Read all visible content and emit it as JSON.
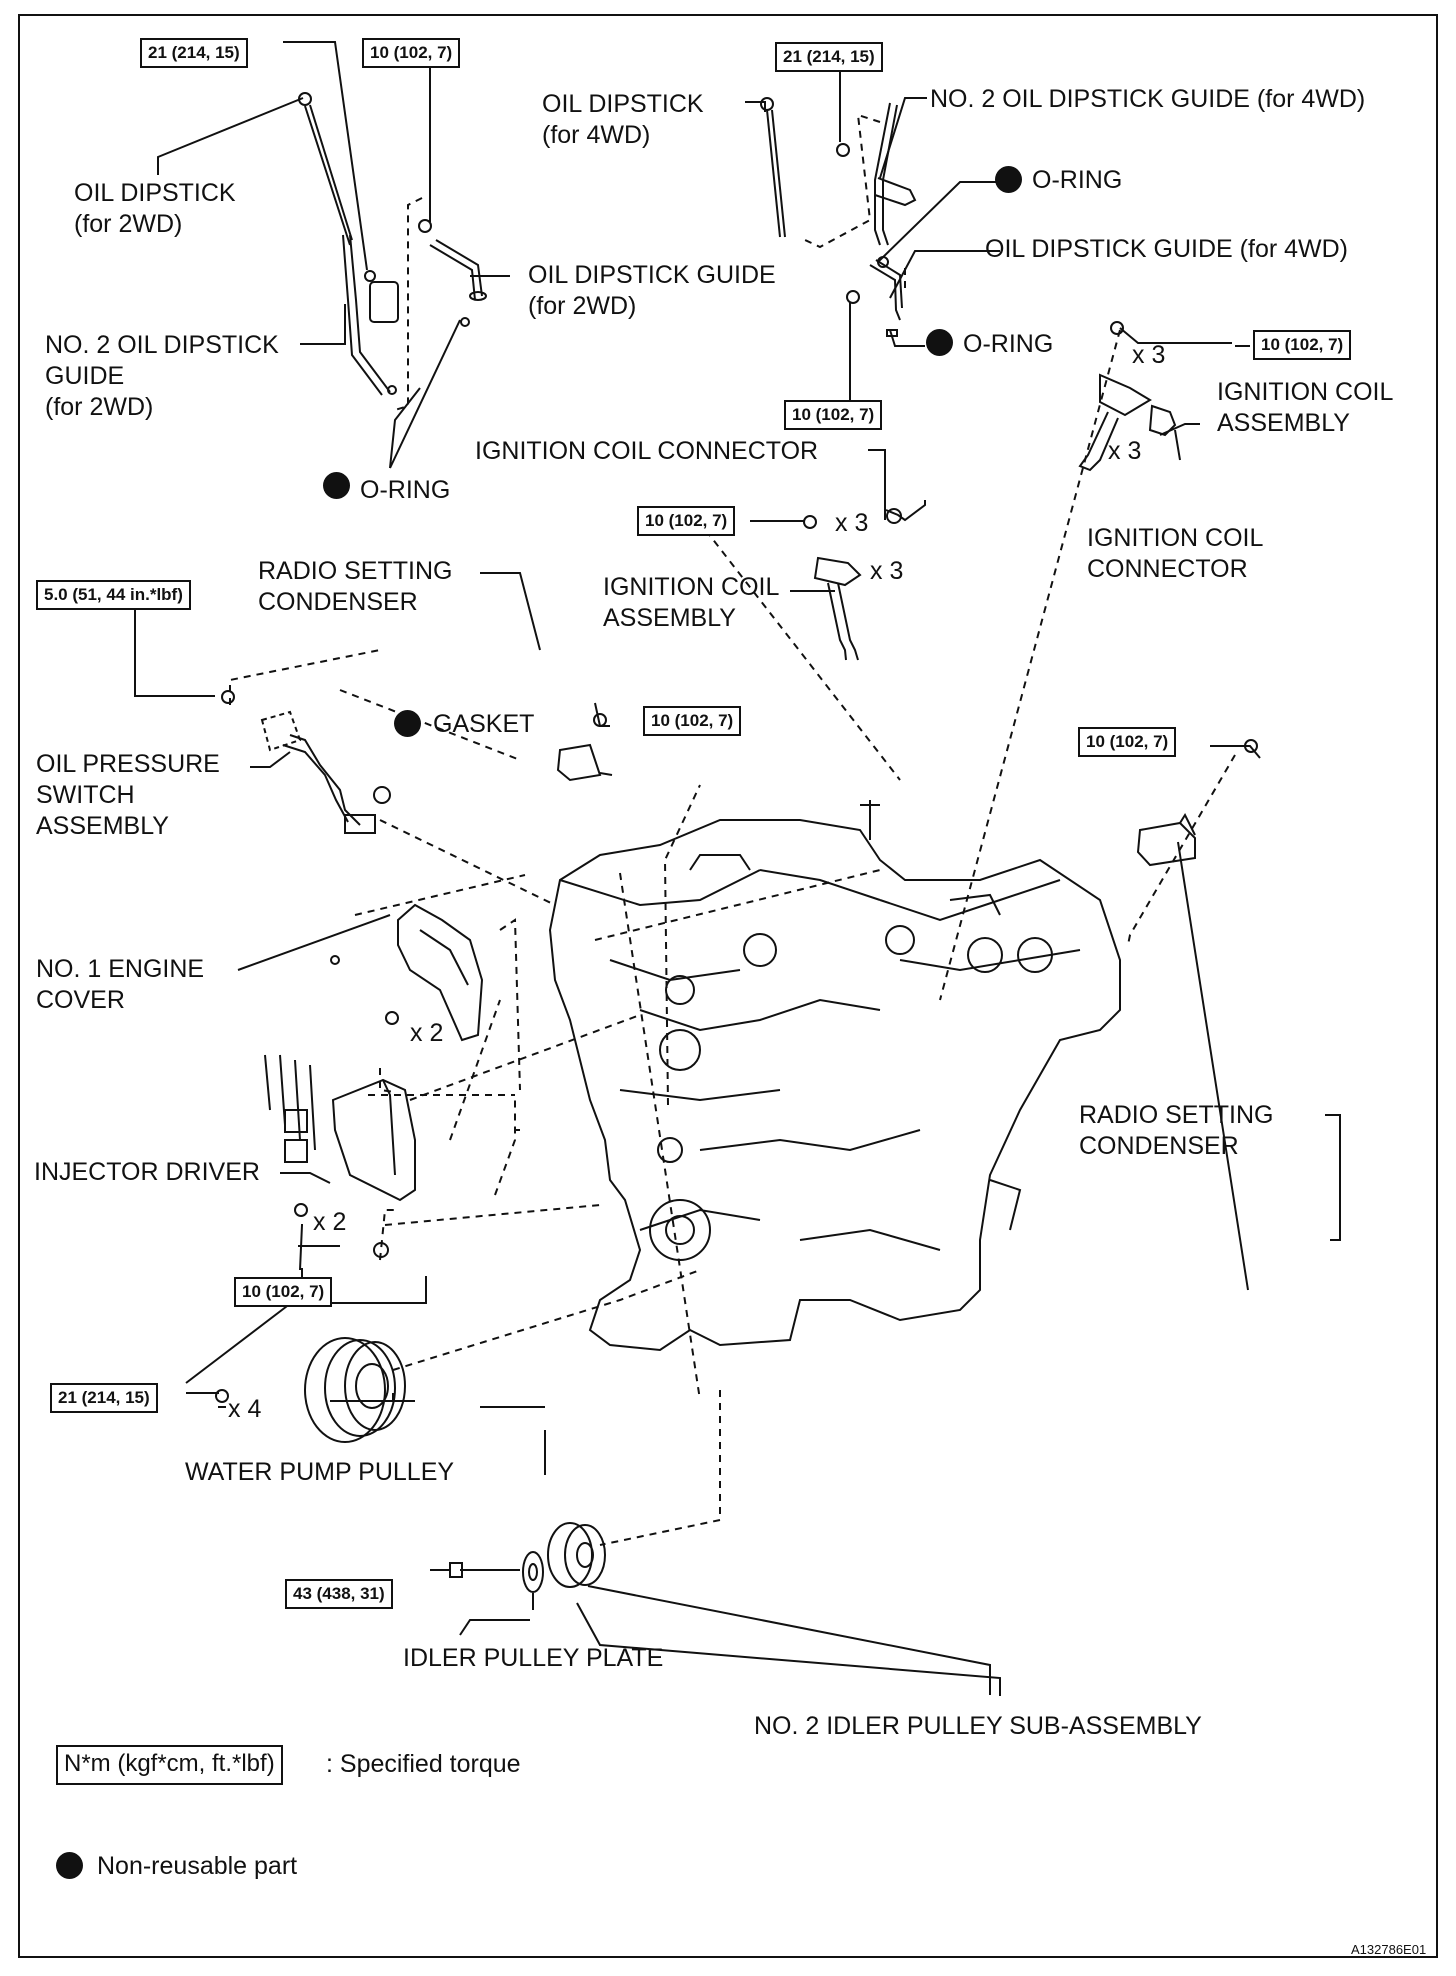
{
  "labels": {
    "oil_dipstick_2wd": "OIL DIPSTICK\n(for 2WD)",
    "no2_guide_2wd": "NO. 2 OIL DIPSTICK\nGUIDE\n(for 2WD)",
    "oil_dipstick_guide_2wd": "OIL DIPSTICK GUIDE\n(for 2WD)",
    "oring_1": "O-RING",
    "oil_dipstick_4wd": "OIL DIPSTICK\n(for 4WD)",
    "no2_guide_4wd": "NO. 2 OIL DIPSTICK GUIDE (for 4WD)",
    "oring_2": "O-RING",
    "oil_dipstick_guide_4wd": "OIL DIPSTICK GUIDE (for 4WD)",
    "oring_3": "O-RING",
    "ignition_coil_assembly_r": "IGNITION COIL\nASSEMBLY",
    "ignition_coil_connector_top": "IGNITION COIL CONNECTOR",
    "ignition_coil_connector_r": "IGNITION COIL\nCONNECTOR",
    "ignition_coil_assembly_c": "IGNITION COIL\nASSEMBLY",
    "radio_condenser_top": "RADIO SETTING\nCONDENSER",
    "gasket": "GASKET",
    "oil_pressure_switch": "OIL PRESSURE\nSWITCH\nASSEMBLY",
    "engine_cover": "NO. 1 ENGINE\nCOVER",
    "injector_driver": "INJECTOR DRIVER",
    "radio_condenser_r": "RADIO SETTING\nCONDENSER",
    "water_pump_pulley": "WATER PUMP PULLEY",
    "idler_pulley_plate": "IDLER PULLEY PLATE",
    "no2_idler_pulley": "NO. 2 IDLER PULLEY SUB-ASSEMBLY"
  },
  "torques": {
    "t1": "21 (214, 15)",
    "t2": "10 (102, 7)",
    "t3": "21 (214, 15)",
    "t4": "10 (102, 7)",
    "t5": "10 (102, 7)",
    "t6": "10 (102, 7)",
    "t7": "5.0 (51, 44 in.*lbf)",
    "t8": "10 (102, 7)",
    "t9": "10 (102, 7)",
    "t10": "10 (102, 7)",
    "t11": "21 (214, 15)",
    "t12": "43 (438, 31)"
  },
  "multipliers": {
    "m1": "x 3",
    "m2": "x 3",
    "m3": "x 3",
    "m4": "x 3",
    "m5": "x 2",
    "m6": "x 2",
    "m7": "x 4"
  },
  "legend": {
    "torque_unit": "N*m (kgf*cm, ft.*lbf)",
    "torque_desc": ": Specified torque",
    "nonreusable_desc": "Non-reusable part"
  },
  "figure_id": "A132786E01"
}
